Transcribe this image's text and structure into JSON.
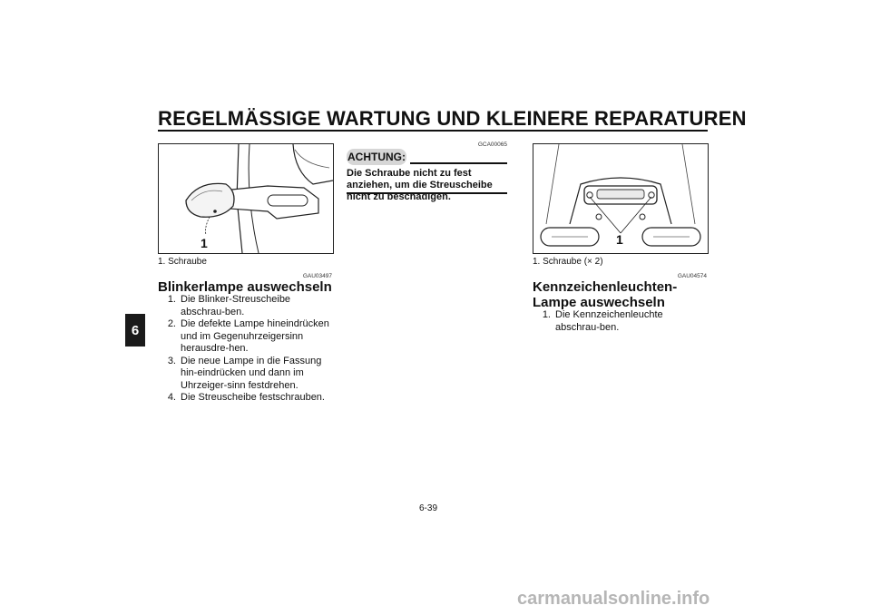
{
  "page": {
    "title": "REGELMÄSSIGE WARTUNG UND KLEINERE REPARATUREN",
    "chapter_tab": "6",
    "page_number": "6-39",
    "watermark": "carmanualsonline.info"
  },
  "left_column": {
    "figure_callout": "1",
    "figure_caption": "1.  Schraube",
    "section_code": "GAU03497",
    "heading": "Blinkerlampe auswechseln",
    "steps": [
      {
        "num": "1.",
        "text": "Die Blinker-Streuscheibe abschrau-ben."
      },
      {
        "num": "2.",
        "text": "Die defekte Lampe hineindrücken und im Gegenuhrzeigersinn herausdre-hen."
      },
      {
        "num": "3.",
        "text": "Die neue Lampe in die Fassung hin-eindrücken und dann im Uhrzeiger-sinn festdrehen."
      },
      {
        "num": "4.",
        "text": "Die Streuscheibe festschrauben."
      }
    ]
  },
  "middle_column": {
    "caution_code": "GCA00065",
    "caution_label": "ACHTUNG:",
    "caution_text": "Die Schraube nicht zu fest anziehen, um die Streuscheibe nicht zu beschädigen."
  },
  "right_column": {
    "figure_callout": "1",
    "figure_caption": "1.  Schraube (× 2)",
    "section_code": "GAU04574",
    "heading": "Kennzeichenleuchten-Lampe auswechseln",
    "steps": [
      {
        "num": "1.",
        "text": "Die Kennzeichenleuchte abschrau-ben."
      }
    ]
  }
}
